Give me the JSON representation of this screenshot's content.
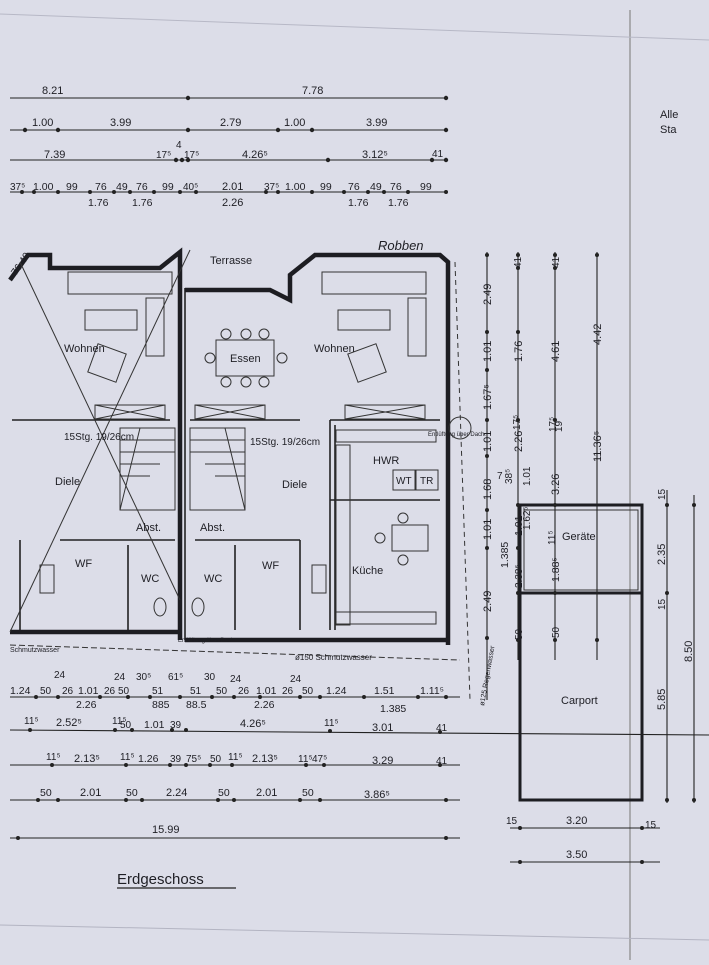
{
  "header_right": [
    "Alle",
    "Sta"
  ],
  "dims_top": {
    "row1": [
      "8.21",
      "7.78"
    ],
    "row2": [
      "1.00",
      "3.99",
      "2.79",
      "1.00",
      "3.99"
    ],
    "row3": [
      "7.39",
      "17⁵",
      "17⁵",
      "4.26⁵",
      "3.12⁵",
      "41"
    ],
    "row3_small": "4",
    "row4": [
      "37⁵",
      "1.00",
      "99",
      "76",
      "49",
      "76",
      "99",
      "40⁵",
      "2.01",
      "37⁵",
      "1.00",
      "99",
      "76",
      "49",
      "76",
      "99"
    ],
    "row4_sub": [
      "1.76",
      "1.76",
      "2.26",
      "1.76",
      "1.76"
    ]
  },
  "rooms": {
    "terrasse": "Terrasse",
    "wohnen_left": "Wohnen",
    "wohnen_right": "Wohnen",
    "essen": "Essen",
    "diele_left": "Diele",
    "diele_right": "Diele",
    "abst_left": "Abst.",
    "abst_right": "Abst.",
    "wf_left": "WF",
    "wf_right": "WF",
    "wc_left": "WC",
    "wc_right": "WC",
    "hwr": "HWR",
    "kueche": "Küche",
    "geraete": "Geräte",
    "carport": "Carport",
    "wt": "WT",
    "tr": "TR"
  },
  "annotations": {
    "robben": "Robben",
    "stairs_left": "15Stg. 19/26cm",
    "stairs_right": "15Stg. 19/26cm",
    "schmutzwasser_left": "Schmutzwasser",
    "schmutzwasser_right": "ø150 Schmutzwasser",
    "regenwasser": "ø125 Regenwasser",
    "entlueftung_1": "Entlüftung über Dach",
    "entlueftung_2": "Entlüftung über Dach",
    "diag": "76 40"
  },
  "dims_right": {
    "col1": [
      "2.49",
      "1.01",
      "1.67⁵",
      "1.01",
      "1.68",
      "1.01",
      "2.49"
    ],
    "col2": [
      "41",
      "1.76",
      "2.26",
      "1.385",
      "1.01",
      "1.62⁵",
      "2.38⁵",
      "50"
    ],
    "col3": [
      "41",
      "4.61",
      "17⁵",
      "19",
      "3.26",
      "1.88⁵",
      "50"
    ],
    "col4": [
      "4.42",
      "11.36⁵"
    ],
    "col5": [
      "15",
      "2.35",
      "15",
      "5.85"
    ],
    "col6": [
      "8.50"
    ],
    "small": [
      "38⁵",
      "1.01",
      "11⁵",
      "17⁵",
      "7"
    ]
  },
  "dims_bottom": {
    "row1_top": [
      "24",
      "24",
      "30⁵",
      "61⁵",
      "30",
      "24",
      "24"
    ],
    "row1": [
      "1.24",
      "50",
      "26",
      "1.01",
      "26",
      "50",
      "51",
      "51",
      "50",
      "26",
      "1.01",
      "26",
      "50",
      "1.24",
      "1.51",
      "1.11⁵"
    ],
    "row1_sub": [
      "2.26",
      "885",
      "88.5",
      "2.26",
      "1.385"
    ],
    "row2": [
      "11⁵",
      "2.52⁵",
      "11⁵",
      "50",
      "1.01",
      "39",
      "4.26⁵",
      "11⁵",
      "3.01",
      "41"
    ],
    "row3": [
      "11⁵",
      "2.13⁵",
      "11⁵",
      "1.26",
      "39",
      "75⁵",
      "50",
      "11⁵",
      "2.13⁵",
      "11⁵",
      "47⁵",
      "3.29",
      "41"
    ],
    "row4": [
      "50",
      "2.01",
      "50",
      "2.24",
      "50",
      "2.01",
      "50",
      "3.86⁵"
    ],
    "row5": [
      "15.99"
    ],
    "carport_w": [
      "15",
      "3.20",
      "15"
    ],
    "carport_total": [
      "3.50"
    ]
  },
  "title": "Erdgeschoss"
}
